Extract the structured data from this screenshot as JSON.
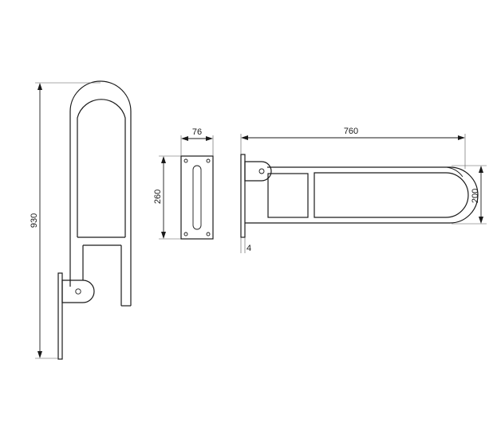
{
  "dimensions": {
    "overall_height": "930",
    "plate_width": "76",
    "plate_height": "260",
    "bar_length": "760",
    "bar_width": "200",
    "plate_thickness": "4"
  }
}
